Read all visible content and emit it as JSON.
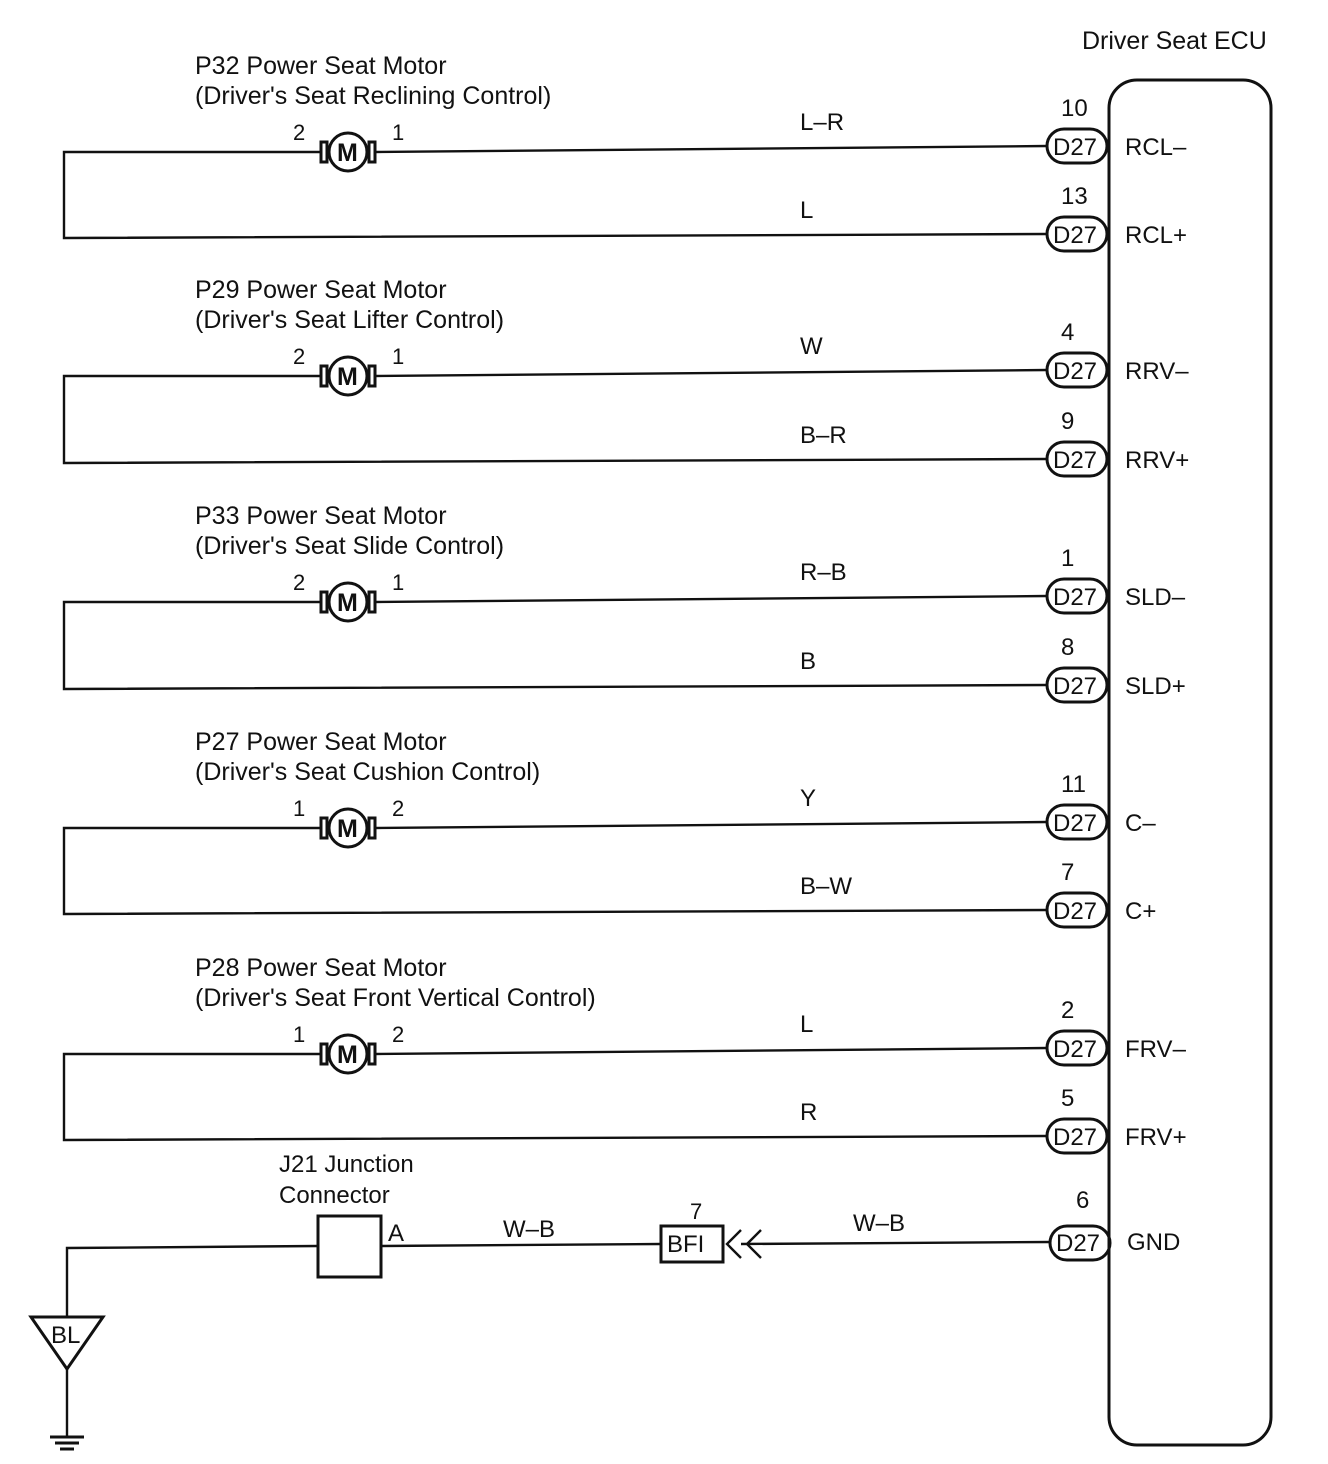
{
  "ecu": {
    "title": "Driver Seat ECU",
    "connector": "D27"
  },
  "motors": [
    {
      "id": "P32",
      "name": "P32 Power Seat Motor",
      "sub": "(Driver's Seat Reclining Control)",
      "symbol": "M",
      "left_pin": "2",
      "right_pin": "1",
      "wires": [
        {
          "color": "L–R",
          "pin": "10",
          "signal": "RCL–"
        },
        {
          "color": "L",
          "pin": "13",
          "signal": "RCL+"
        }
      ]
    },
    {
      "id": "P29",
      "name": "P29 Power Seat Motor",
      "sub": "(Driver's Seat Lifter Control)",
      "symbol": "M",
      "left_pin": "2",
      "right_pin": "1",
      "wires": [
        {
          "color": "W",
          "pin": "4",
          "signal": "RRV–"
        },
        {
          "color": "B–R",
          "pin": "9",
          "signal": "RRV+"
        }
      ]
    },
    {
      "id": "P33",
      "name": "P33 Power Seat Motor",
      "sub": "(Driver's Seat Slide Control)",
      "symbol": "M",
      "left_pin": "2",
      "right_pin": "1",
      "wires": [
        {
          "color": "R–B",
          "pin": "1",
          "signal": "SLD–"
        },
        {
          "color": "B",
          "pin": "8",
          "signal": "SLD+"
        }
      ]
    },
    {
      "id": "P27",
      "name": "P27 Power Seat Motor",
      "sub": "(Driver's Seat Cushion Control)",
      "symbol": "M",
      "left_pin": "1",
      "right_pin": "2",
      "wires": [
        {
          "color": "Y",
          "pin": "11",
          "signal": "C–"
        },
        {
          "color": "B–W",
          "pin": "7",
          "signal": "C+"
        }
      ]
    },
    {
      "id": "P28",
      "name": "P28 Power Seat Motor",
      "sub": "(Driver's Seat Front Vertical Control)",
      "symbol": "M",
      "left_pin": "1",
      "right_pin": "2",
      "wires": [
        {
          "color": "L",
          "pin": "2",
          "signal": "FRV–"
        },
        {
          "color": "R",
          "pin": "5",
          "signal": "FRV+"
        }
      ]
    }
  ],
  "ground_circuit": {
    "junction_line1": "J21 Junction",
    "junction_line2": "Connector",
    "junction_pin": "A",
    "wire_left": "W–B",
    "wire_right": "W–B",
    "bf_connector": "BFI",
    "bf_pin": "7",
    "pin": "6",
    "signal": "GND",
    "ground_label": "BL"
  }
}
